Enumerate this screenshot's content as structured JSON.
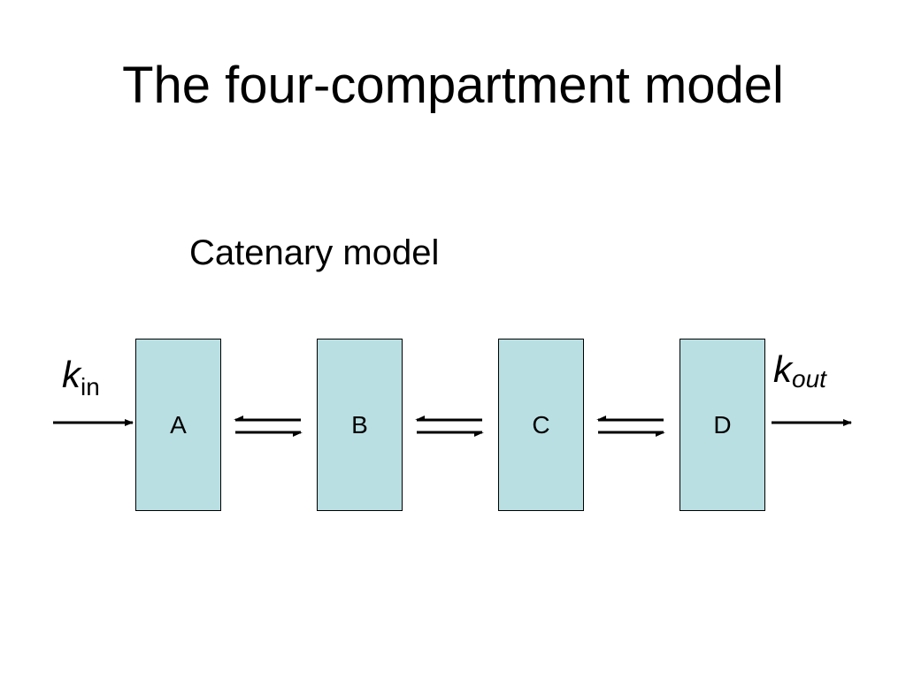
{
  "title": "The four-compartment model",
  "subtitle": "Catenary model",
  "compartments": [
    {
      "label": "A"
    },
    {
      "label": "B"
    },
    {
      "label": "C"
    },
    {
      "label": "D"
    }
  ],
  "rates": {
    "in": {
      "symbol": "k",
      "subscript": "in"
    },
    "out": {
      "symbol": "k",
      "subscript": "out"
    }
  },
  "colors": {
    "compartment_fill": "#b9dfe3",
    "stroke": "#000000"
  }
}
